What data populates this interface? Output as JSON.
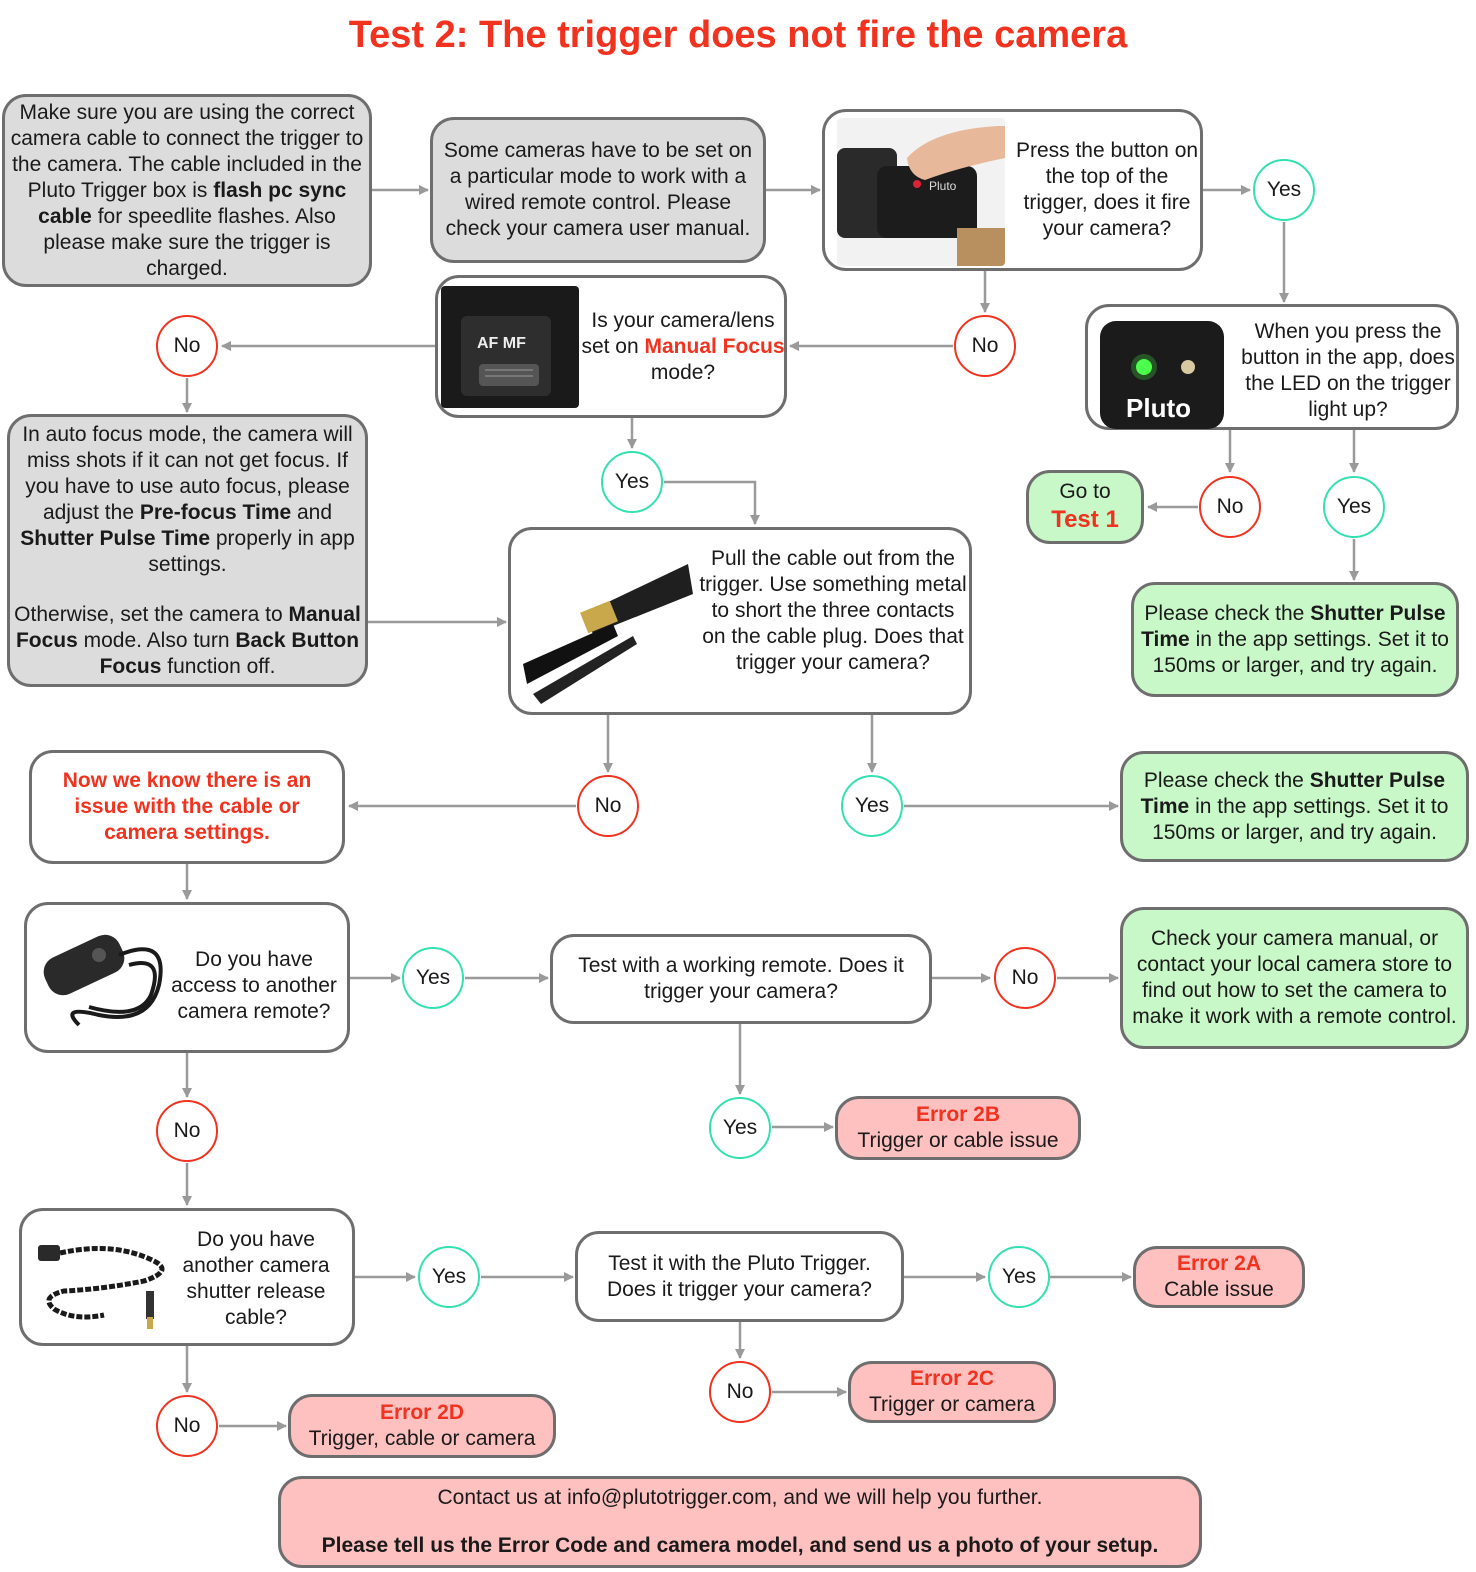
{
  "title": "Test 2: The trigger does not fire the camera",
  "colors": {
    "accent_red": "#f0321e",
    "grey_box": "#dcdcdc",
    "green_box": "#c8f7c8",
    "red_box": "#ffc0c0",
    "yes_ring": "#33e0b0",
    "no_ring": "#f0321e",
    "arrow": "#9a9a9a"
  },
  "nodes": {
    "cable": {
      "t1": "Make sure you are using the correct camera cable to connect the trigger to the camera. The cable included in the Pluto Trigger box is ",
      "b1": "flash pc sync cable",
      "t2": " for speedlite flashes. Also please make sure the trigger is charged."
    },
    "mode": {
      "text": "Some cameras have to be set on a particular mode to work with a wired remote control. Please check your camera user manual."
    },
    "press": {
      "text": "Press the button on the top of the trigger, does it fire your camera?"
    },
    "manual": {
      "t1": "Is your camera/lens set on ",
      "r1": "Manual Focus",
      "t2": " mode?",
      "photo_label": "AF MF"
    },
    "led": {
      "text": "When you press the button in the app, does the LED on the trigger light up?",
      "logo": "Pluto"
    },
    "autofocus": {
      "t1": "In auto focus mode, the camera will miss shots if it can not get focus. If you have to use auto focus, please adjust the ",
      "b1": "Pre-focus Time",
      "t2": " and ",
      "b2": "Shutter Pulse Time",
      "t3": " properly in app settings.",
      "t4": "Otherwise, set the camera to ",
      "b3": "Manual Focus",
      "t5": " mode. Also turn ",
      "b4": "Back Button Focus",
      "t6": " function off."
    },
    "test1": {
      "t1": "Go to",
      "r1": "Test 1"
    },
    "pull": {
      "text": "Pull the cable out from the trigger. Use something metal to short the three contacts on the cable plug. Does that trigger your camera?"
    },
    "shutter1": {
      "t1": "Please check the ",
      "b1": "Shutter Pulse Time",
      "t2": " in the app settings. Set it to 150ms or larger, and try again."
    },
    "know": {
      "text": "Now we know there is an issue with the cable or camera settings."
    },
    "shutter2": {
      "t1": "Please check the ",
      "b1": "Shutter Pulse Time",
      "t2": " in the app settings. Set it to 150ms or larger, and try again."
    },
    "remote": {
      "text": "Do you have access to another camera remote?"
    },
    "working": {
      "text": "Test with a working remote. Does it trigger your camera?"
    },
    "check_manual": {
      "text": "Check your camera manual, or contact your local camera store to find out how to set the camera to make it work with a remote control."
    },
    "err2b": {
      "code": "Error 2B",
      "desc": "Trigger or cable issue"
    },
    "another_cable": {
      "text": "Do you have another camera shutter release cable?"
    },
    "test_pluto": {
      "text": "Test it with the Pluto Trigger. Does it trigger your camera?"
    },
    "err2a": {
      "code": "Error 2A",
      "desc": "Cable issue"
    },
    "err2c": {
      "code": "Error 2C",
      "desc": "Trigger or camera"
    },
    "err2d": {
      "code": "Error 2D",
      "desc": "Trigger, cable or camera"
    },
    "contact": {
      "line1": "Contact us at info@plutotrigger.com, and we will help you further.",
      "line2": "Please tell us the Error Code and camera model, and send us a photo of your setup."
    }
  },
  "decisions": {
    "yes": "Yes",
    "no": "No"
  }
}
